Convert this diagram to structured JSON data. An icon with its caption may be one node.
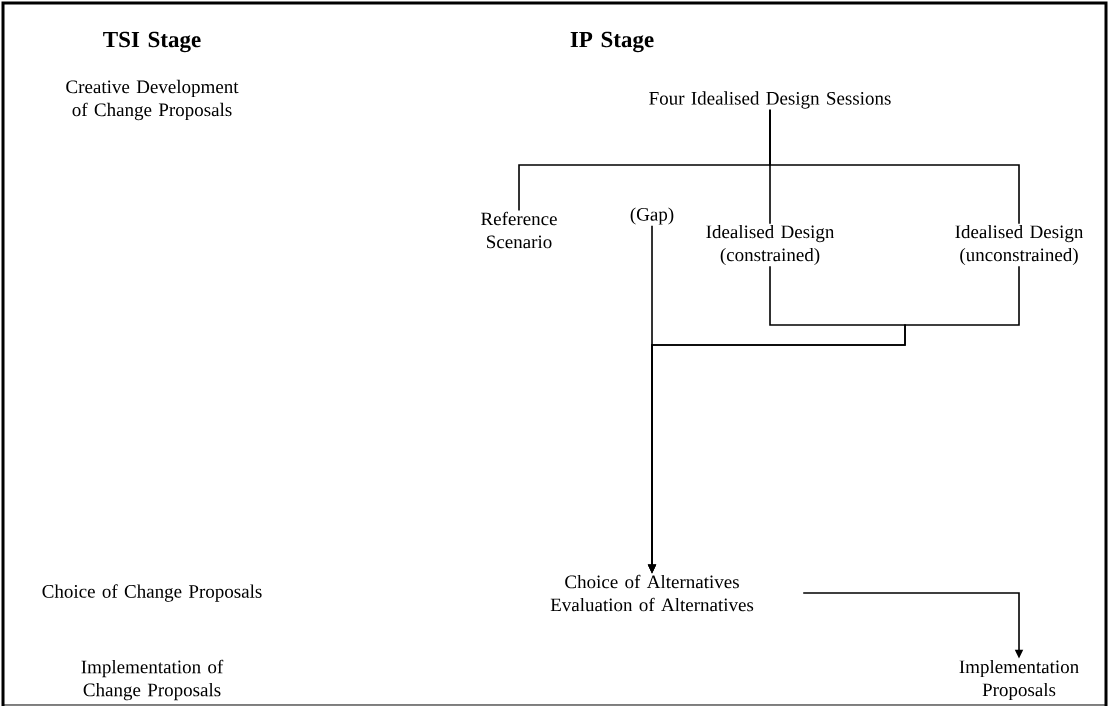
{
  "diagram": {
    "nodes": [
      {
        "text": [
          "Four Idealised Design Sessions"
        ]
      },
      {
        "text": [
          "Reference Scenario"
        ]
      },
      {
        "text": [
          "(Gap)"
        ]
      },
      {
        "text": [
          "Idealised Design (constrained)"
        ]
      },
      {
        "text": [
          "Idealised Design (unconstrained)"
        ]
      },
      {
        "text": [
          "Choice of Alternatives",
          "Evaluation of Alternatives"
        ]
      },
      {
        "text": [
          "Implementation Proposals"
        ]
      }
    ],
    "edges": [
      {
        "from": 0,
        "to": 1,
        "arrow": "none"
      },
      {
        "from": 0,
        "to": 3,
        "arrow": "none"
      },
      {
        "from": 0,
        "to": 4,
        "arrow": "none"
      },
      {
        "from": 2,
        "to": 5,
        "arrow": "to"
      },
      {
        "from": 3,
        "to": 5,
        "arrow": "to"
      },
      {
        "from": 4,
        "to": 5,
        "arrow": "to"
      },
      {
        "from": 5,
        "to": 6,
        "arrow": "to"
      }
    ],
    "labels": [
      "TSI Stage",
      "IP Stage",
      "Creative Development of Change Proposals",
      "Choice of Change Proposals",
      "Implementation of Change Proposals"
    ]
  }
}
